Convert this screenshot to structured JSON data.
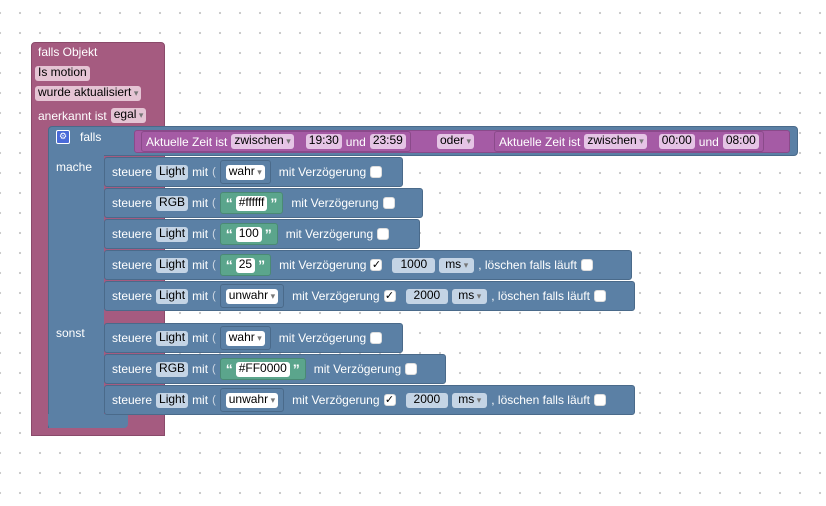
{
  "trigger": {
    "title": "falls Objekt",
    "object": "Is motion",
    "condition": "wurde aktualisiert",
    "ack_label": "anerkannt ist",
    "ack_value": "egal"
  },
  "ifblock": {
    "falls_label": "falls",
    "mache_label": "mache",
    "sonst_label": "sonst",
    "cond1": {
      "label": "Aktuelle Zeit ist",
      "op": "zwischen",
      "from": "19:30",
      "und": "und",
      "to": "23:59"
    },
    "logic_op": "oder",
    "cond2": {
      "label": "Aktuelle Zeit ist",
      "op": "zwischen",
      "from": "00:00",
      "und": "und",
      "to": "08:00"
    }
  },
  "common": {
    "steuere": "steuere",
    "mit": "mit",
    "delay_label": "mit Verzögerung",
    "clear_label": ", löschen falls läuft",
    "open_quote": "“",
    "close_quote": "”"
  },
  "mache_rows": [
    {
      "target": "Light",
      "value": "wahr",
      "delay": false
    },
    {
      "target": "RGB",
      "value": "#ffffff",
      "delay": false
    },
    {
      "target": "Light",
      "value": "100",
      "delay": false
    },
    {
      "target": "Light",
      "value": "25",
      "delay": true,
      "delay_value": "1000",
      "unit": "ms",
      "check": "✓"
    },
    {
      "target": "Light",
      "value": "unwahr",
      "delay": true,
      "delay_value": "2000",
      "unit": "ms",
      "check": "✓"
    }
  ],
  "sonst_rows": [
    {
      "target": "Light",
      "value": "wahr",
      "delay": false
    },
    {
      "target": "RGB",
      "value": "#FF0000",
      "delay": false
    },
    {
      "target": "Light",
      "value": "unwahr",
      "delay": true,
      "delay_value": "2000",
      "unit": "ms",
      "check": "✓"
    }
  ],
  "colors": {
    "trigger": "#a55b80",
    "control": "#5b80a5",
    "logic": "#a55ba5",
    "text": "#5ba58c"
  }
}
